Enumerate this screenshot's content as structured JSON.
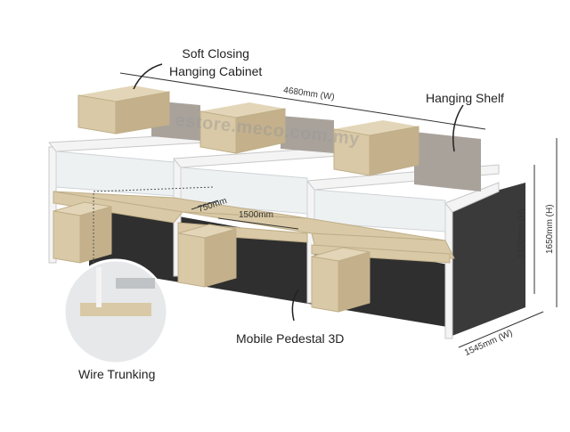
{
  "callouts": {
    "hanging_cabinet": [
      "Soft Closing",
      "Hanging Cabinet"
    ],
    "hanging_shelf": "Hanging Shelf",
    "mobile_pedestal": "Mobile Pedestal 3D",
    "wire_trunking": "Wire Trunking"
  },
  "dimensions": {
    "overall_width": "4680mm (W)",
    "desk_depth": "750mm",
    "desk_width": "1500mm",
    "panel_height": "1200mm (H)",
    "overall_height": "1650mm (H)",
    "side_width": "1545mm (W)"
  },
  "watermark": "estore.meco.com.my",
  "colors": {
    "wood": "#d9c9a6",
    "wood_dark": "#c4b18c",
    "panel_dark": "#333333",
    "frame_white": "#f4f4f4",
    "fabric": "#a9a29b"
  }
}
